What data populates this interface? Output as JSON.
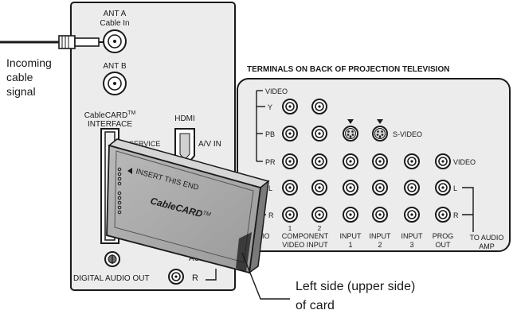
{
  "left_panel": {
    "ant_a": "ANT A",
    "cable_in": "Cable In",
    "ant_b": "ANT B",
    "cablecard_line1": "CableCARD",
    "cablecard_tm": "TM",
    "cablecard_line2": "INTERFACE",
    "hdmi": "HDMI",
    "av_in": "A/V IN",
    "service": "SERVICE",
    "digital_audio_out": "DIGITAL AUDIO OUT",
    "r": "R",
    "audio_partial": "AUDI"
  },
  "incoming": [
    "Incoming",
    "cable",
    "signal"
  ],
  "card": {
    "insert": "INSERT THIS END",
    "name": "CableCARD",
    "tm": "TM"
  },
  "callout": [
    "Left side (upper side)",
    "of card"
  ],
  "right_panel": {
    "title": "TERMINALS ON BACK OF PROJECTION TELEVISION",
    "video": "VIDEO",
    "y": "Y",
    "pb": "PB",
    "pr": "PR",
    "l": "L",
    "r": "R",
    "n1": "1",
    "n2": "2",
    "s_video": "S-VIDEO",
    "video_right": "VIDEO",
    "l_right": "L",
    "r_right": "R",
    "audio_partial": "UDIO",
    "component": "COMPONENT",
    "video_input": "VIDEO INPUT",
    "input": "INPUT",
    "in1": "1",
    "in2": "2",
    "in3": "3",
    "prog": "PROG",
    "out": "OUT",
    "to_audio": "TO AUDIO",
    "amp": "AMP"
  }
}
